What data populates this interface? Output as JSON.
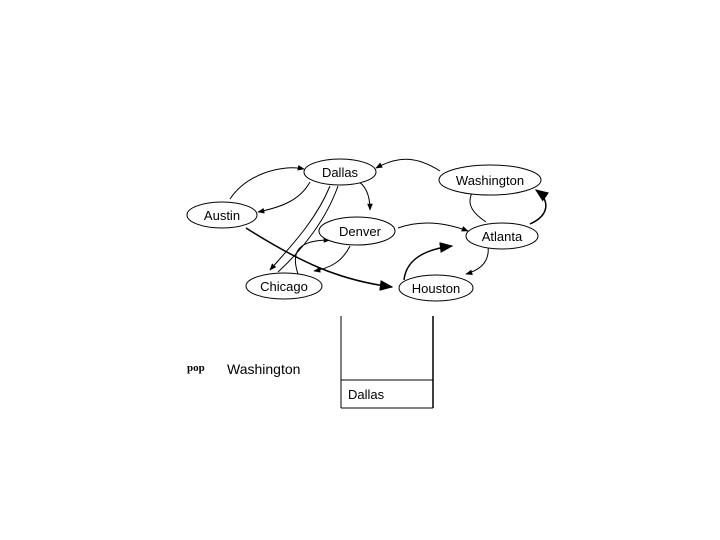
{
  "graph": {
    "nodes": {
      "dallas": "Dallas",
      "washington": "Washington",
      "austin": "Austin",
      "denver": "Denver",
      "atlanta": "Atlanta",
      "chicago": "Chicago",
      "houston": "Houston"
    }
  },
  "operation": {
    "label": "pop",
    "value": "Washington"
  },
  "stack": {
    "items": [
      "Dallas"
    ]
  }
}
